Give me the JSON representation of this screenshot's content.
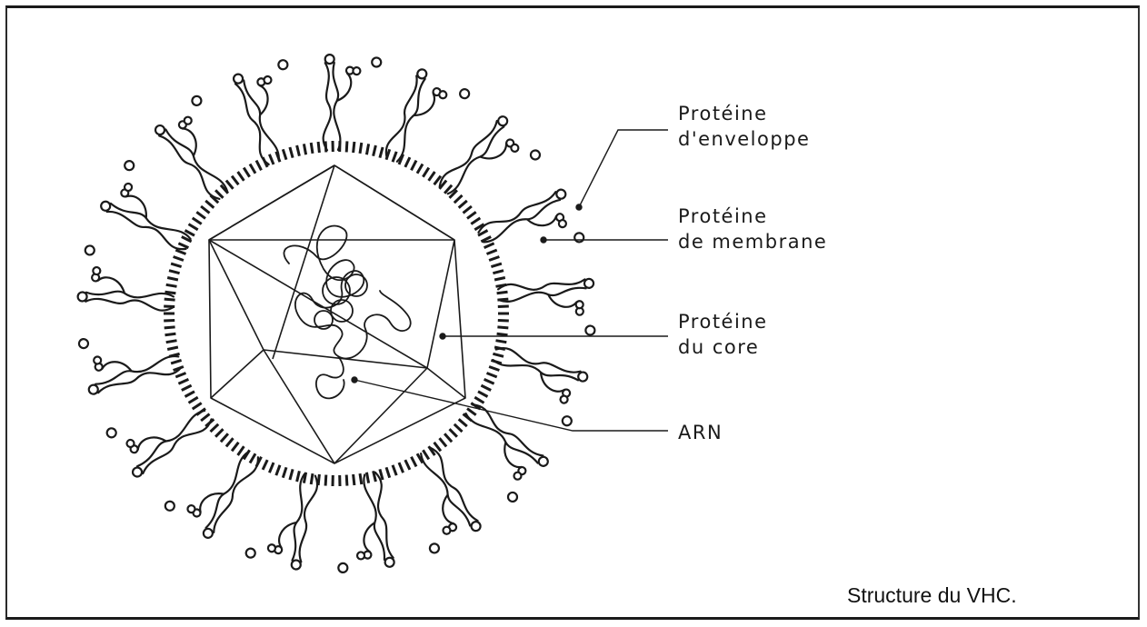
{
  "labels": {
    "envelope_line1": "Protéine",
    "envelope_line2": "d'enveloppe",
    "membrane_line1": "Protéine",
    "membrane_line2": "de membrane",
    "core_line1": "Protéine",
    "core_line2": "du core",
    "rna": "ARN"
  },
  "caption": "Structure du VHC.",
  "colors": {
    "ink": "#1a1a1a",
    "paper": "#ffffff"
  }
}
